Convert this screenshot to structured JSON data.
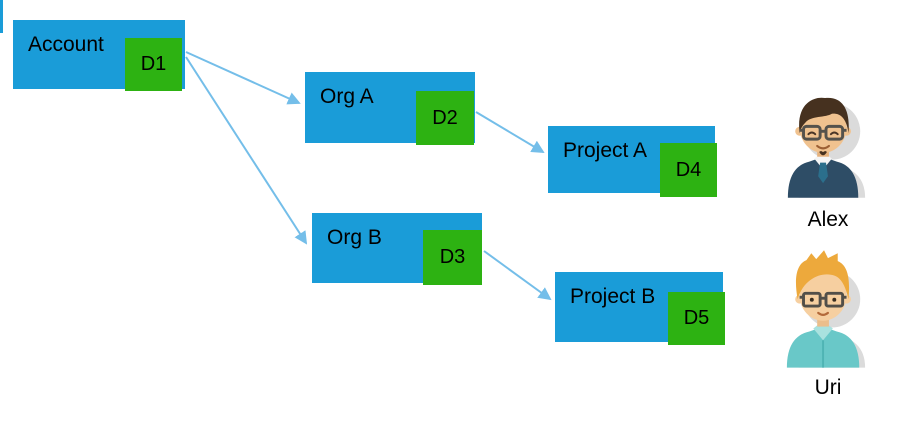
{
  "diagram": {
    "nodes": [
      {
        "id": "account",
        "label": "Account",
        "doc_label": "D1"
      },
      {
        "id": "org-a",
        "label": "Org A",
        "doc_label": "D2"
      },
      {
        "id": "org-b",
        "label": "Org B",
        "doc_label": "D3"
      },
      {
        "id": "project-a",
        "label": "Project A",
        "doc_label": "D4"
      },
      {
        "id": "project-b",
        "label": "Project B",
        "doc_label": "D5"
      }
    ],
    "edges": [
      {
        "from": "Account/D1",
        "to": "Org A"
      },
      {
        "from": "Account/D1",
        "to": "Org B"
      },
      {
        "from": "Org A/D2",
        "to": "Project A"
      },
      {
        "from": "Org B/D3",
        "to": "Project B"
      }
    ]
  },
  "users": [
    {
      "name": "Alex",
      "avatar_icon": "man-dark-hair-glasses-avatar-icon"
    },
    {
      "name": "Uri",
      "avatar_icon": "man-blond-hair-glasses-avatar-icon"
    }
  ],
  "colors": {
    "node_fill": "#1A9CD8",
    "doc_fill": "#2DB212",
    "arrow": "#74BEE9",
    "text": "#000000"
  }
}
